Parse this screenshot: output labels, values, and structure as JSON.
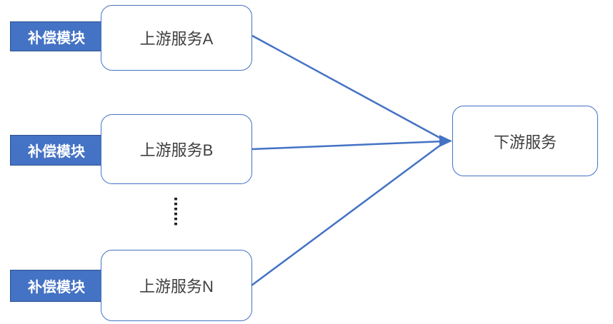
{
  "diagram": {
    "upstream_services": [
      {
        "label": "上游服务A",
        "module_label": "补偿模块"
      },
      {
        "label": "上游服务B",
        "module_label": "补偿模块"
      },
      {
        "label": "上游服务N",
        "module_label": "补偿模块"
      }
    ],
    "downstream_service": {
      "label": "下游服务"
    },
    "connections": [
      {
        "from": "上游服务A",
        "to": "下游服务"
      },
      {
        "from": "上游服务B",
        "to": "下游服务"
      },
      {
        "from": "上游服务N",
        "to": "下游服务"
      }
    ],
    "ellipsis_dot_count": 6,
    "colors": {
      "accent_blue": "#4472C4",
      "module_border_blue": "#2F528F",
      "service_text": "#3F3F3F",
      "module_text": "#FFFFFF",
      "ellipsis_dots": "#262626"
    }
  }
}
